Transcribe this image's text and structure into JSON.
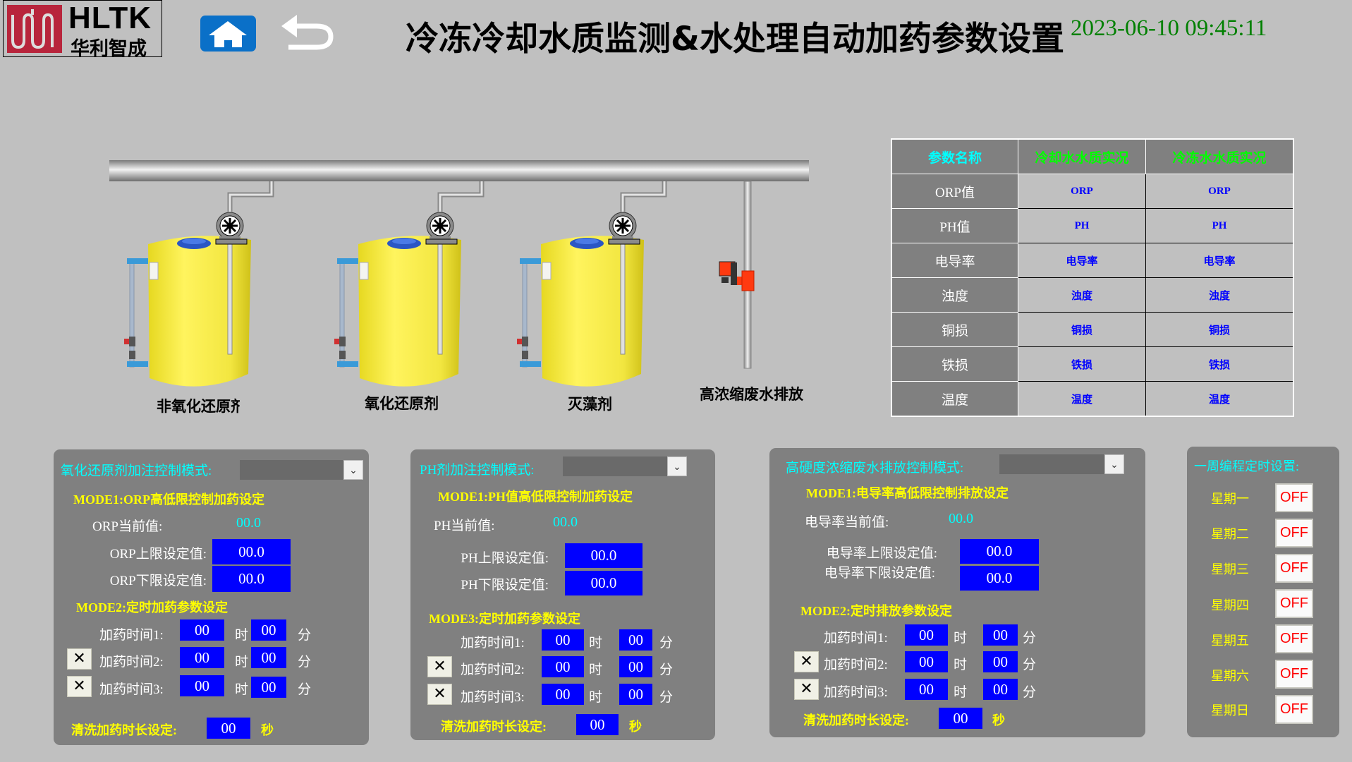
{
  "header": {
    "logo_en": "HLTK",
    "logo_cn": "华利智成",
    "title": "冷冻冷却水质监测&水处理自动加药参数设置",
    "datetime": "2023-06-10 09:45:11"
  },
  "diagram": {
    "tanks": [
      "非氧化还原剂",
      "氧化还原剂",
      "灭藻剂"
    ],
    "discharge_label": "高浓缩废水排放"
  },
  "table": {
    "headers": [
      "参数名称",
      "冷却水水质实况",
      "冷冻水水质实况"
    ],
    "rows": [
      {
        "name": "ORP值",
        "cooling": "ORP",
        "chilled": "ORP"
      },
      {
        "name": "PH值",
        "cooling": "PH",
        "chilled": "PH"
      },
      {
        "name": "电导率",
        "cooling": "电导率",
        "chilled": "电导率"
      },
      {
        "name": "浊度",
        "cooling": "浊度",
        "chilled": "浊度"
      },
      {
        "name": "铜损",
        "cooling": "铜损",
        "chilled": "铜损"
      },
      {
        "name": "铁损",
        "cooling": "铁损",
        "chilled": "铁损"
      },
      {
        "name": "温度",
        "cooling": "温度",
        "chilled": "温度"
      }
    ]
  },
  "panels": {
    "orp": {
      "title": "氧化还原剂加注控制模式:",
      "mode_a": "MODE1:ORP高低限控制加药设定",
      "current_label": "ORP当前值:",
      "current_value": "00.0",
      "upper_label": "ORP上限设定值:",
      "upper_value": "00.0",
      "lower_label": "ORP下限设定值:",
      "lower_value": "00.0",
      "mode_b": "MODE2:定时加药参数设定",
      "times": [
        {
          "label": "加药时间1:",
          "hour": "00",
          "minute": "00"
        },
        {
          "label": "加药时间2:",
          "hour": "00",
          "minute": "00"
        },
        {
          "label": "加药时间3:",
          "hour": "00",
          "minute": "00"
        }
      ],
      "clean_label": "清洗加药时长设定:",
      "clean_value": "00"
    },
    "ph": {
      "title": "PH剂加注控制模式:",
      "mode_a": "MODE1:PH值高低限控制加药设定",
      "current_label": "PH当前值:",
      "current_value": "00.0",
      "upper_label": "PH上限设定值:",
      "upper_value": "00.0",
      "lower_label": "PH下限设定值:",
      "lower_value": "00.0",
      "mode_b": "MODE3:定时加药参数设定",
      "times": [
        {
          "label": "加药时间1:",
          "hour": "00",
          "minute": "00"
        },
        {
          "label": "加药时间2:",
          "hour": "00",
          "minute": "00"
        },
        {
          "label": "加药时间3:",
          "hour": "00",
          "minute": "00"
        }
      ],
      "clean_label": "清洗加药时长设定:",
      "clean_value": "00"
    },
    "discharge": {
      "title": "高硬度浓缩废水排放控制模式:",
      "mode_a": "MODE1:电导率高低限控制排放设定",
      "current_label": "电导率当前值:",
      "current_value": "00.0",
      "upper_label": "电导率上限设定值:",
      "upper_value": "00.0",
      "lower_label": "电导率下限设定值:",
      "lower_value": "00.0",
      "mode_b": "MODE2:定时排放参数设定",
      "times": [
        {
          "label": "加药时间1:",
          "hour": "00",
          "minute": "00"
        },
        {
          "label": "加药时间2:",
          "hour": "00",
          "minute": "00"
        },
        {
          "label": "加药时间3:",
          "hour": "00",
          "minute": "00"
        }
      ],
      "clean_label": "清洗加药时长设定:",
      "clean_value": "00"
    },
    "units": {
      "hour": "时",
      "minute": "分",
      "second": "秒",
      "remove": "✕"
    },
    "week": {
      "title": "一周编程定时设置:",
      "days": [
        {
          "label": "星期一",
          "state": "OFF"
        },
        {
          "label": "星期二",
          "state": "OFF"
        },
        {
          "label": "星期三",
          "state": "OFF"
        },
        {
          "label": "星期四",
          "state": "OFF"
        },
        {
          "label": "星期五",
          "state": "OFF"
        },
        {
          "label": "星期六",
          "state": "OFF"
        },
        {
          "label": "星期日",
          "state": "OFF"
        }
      ]
    }
  },
  "colors": {
    "background": "#c0c0c0",
    "panel": "#808080",
    "input": "#0000ff",
    "clock": "#008000",
    "heading": "#00ffff",
    "mode": "#ffff00",
    "off": "#ff0000"
  }
}
